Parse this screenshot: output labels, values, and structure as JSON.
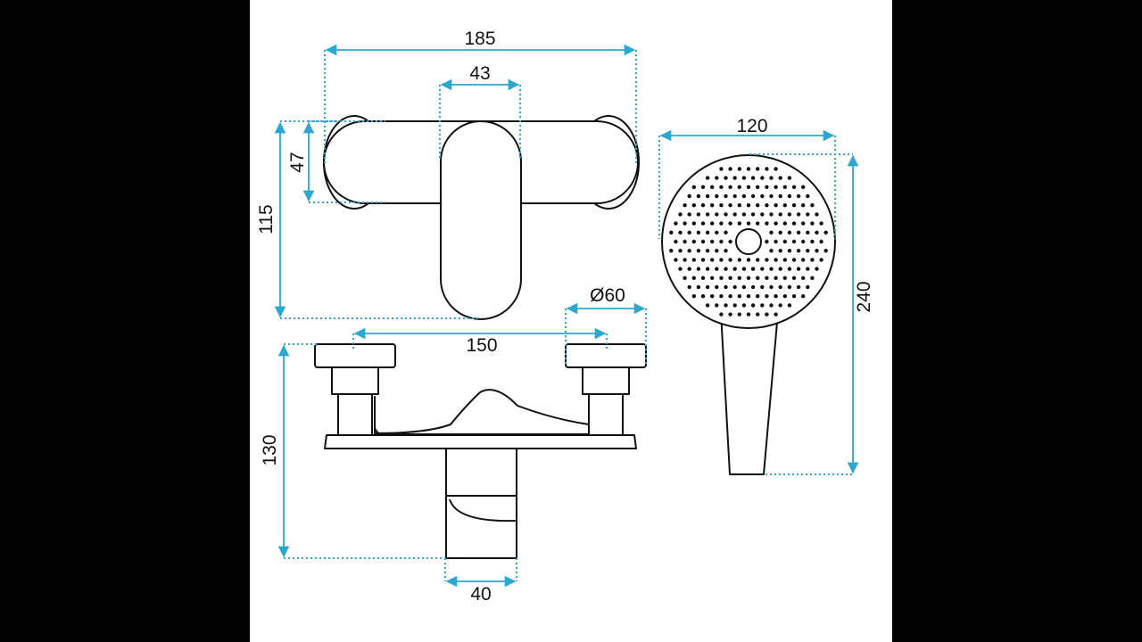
{
  "colors": {
    "background": "#000000",
    "panel": "#ffffff",
    "outline": "#111111",
    "dimension": "#2aa8d0"
  },
  "dimensions": {
    "overall_width": "185",
    "lever_width": "43",
    "flange_height": "47",
    "mixer_height": "115",
    "cap_diameter": "Ø60",
    "center_spacing": "150",
    "body_height": "130",
    "spout_width": "40",
    "head_diameter": "120",
    "shower_length": "240"
  }
}
